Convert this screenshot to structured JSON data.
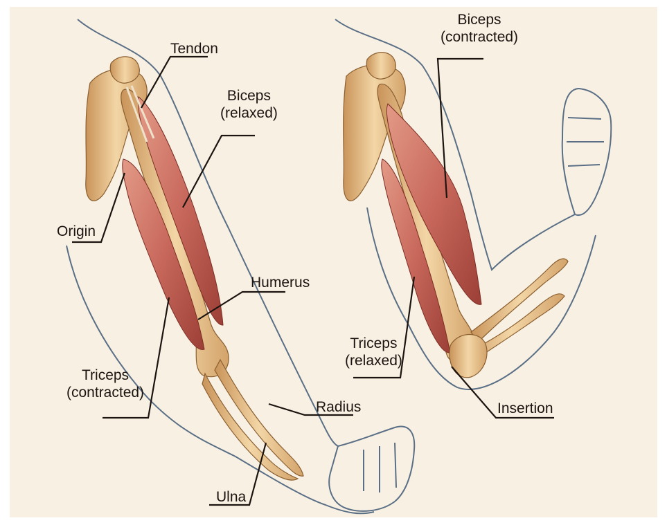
{
  "colors": {
    "background": "#f8f1e3",
    "muscle": "#c8685c",
    "muscle_dark": "#9c3f36",
    "bone": "#ecc896",
    "bone_shade": "#c9945a",
    "outline": "#5a6f86",
    "leader": "#1c1410"
  },
  "left_arm": {
    "tendon": "Tendon",
    "biceps": [
      "Biceps",
      "(relaxed)"
    ],
    "origin": "Origin",
    "humerus": "Humerus",
    "triceps": [
      "Triceps",
      "(contracted)"
    ],
    "radius": "Radius",
    "ulna": "Ulna"
  },
  "right_arm": {
    "biceps": [
      "Biceps",
      "(contracted)"
    ],
    "triceps": [
      "Triceps",
      "(relaxed)"
    ],
    "insertion": "Insertion"
  }
}
